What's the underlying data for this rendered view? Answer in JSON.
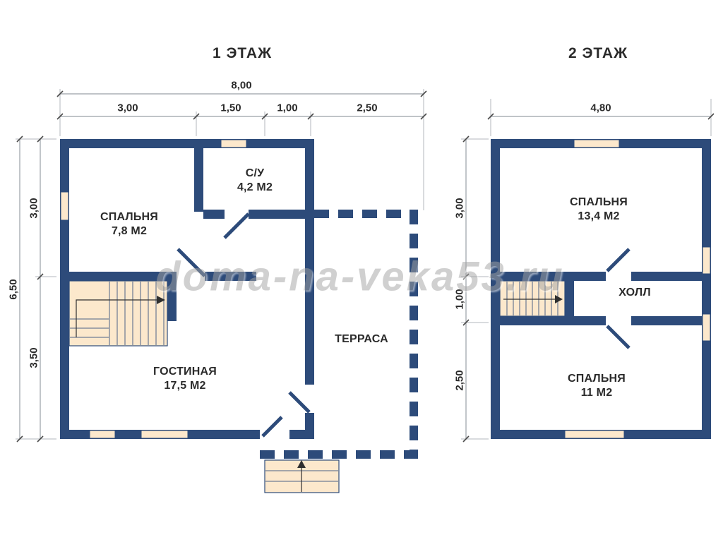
{
  "watermark": "doma-na-veka53.ru",
  "colors": {
    "wall": "#2d4b7a",
    "win": "#fce8cc",
    "dim": "#9aa0a6",
    "ink": "#2b2b2b"
  },
  "floor1": {
    "title": "1 ЭТАЖ",
    "dims": {
      "total_width": "8,00",
      "widths": [
        "3,00",
        "1,50",
        "1,00",
        "2,50"
      ],
      "total_height": "6,50",
      "heights": [
        "3,00",
        "3,50"
      ]
    },
    "rooms": {
      "bedroom": {
        "name": "СПАЛЬНЯ",
        "area": "7,8 М2"
      },
      "bathroom": {
        "name": "С/У",
        "area": "4,2 М2"
      },
      "living": {
        "name": "ГОСТИНАЯ",
        "area": "17,5 М2"
      },
      "terrace": {
        "name": "ТЕРРАСА"
      }
    }
  },
  "floor2": {
    "title": "2 ЭТАЖ",
    "dims": {
      "total_width": "4,80",
      "heights": [
        "3,00",
        "1,00",
        "2,50"
      ]
    },
    "rooms": {
      "bedroom_large": {
        "name": "СПАЛЬНЯ",
        "area": "13,4 М2"
      },
      "hall": {
        "name": "ХОЛЛ"
      },
      "bedroom_small": {
        "name": "СПАЛЬНЯ",
        "area": "11 М2"
      }
    }
  }
}
